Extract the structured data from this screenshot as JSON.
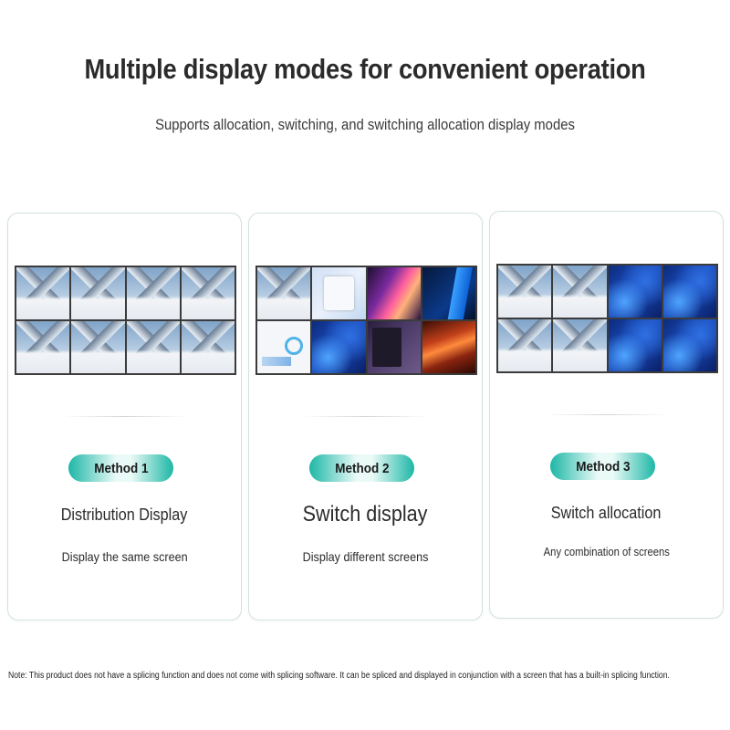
{
  "header": {
    "title": "Multiple display modes for convenient operation",
    "subtitle": "Supports allocation, switching, and switching allocation display modes"
  },
  "methods": [
    {
      "badge": "Method 1",
      "title": "Distribution Display",
      "description": "Display the same screen",
      "tiles": [
        "mountain",
        "mountain",
        "mountain",
        "mountain",
        "mountain",
        "mountain",
        "mountain",
        "mountain"
      ]
    },
    {
      "badge": "Method 2",
      "title": "Switch display",
      "description": "Display different screens",
      "tiles": [
        "mountain",
        "win11",
        "pink",
        "win10",
        "dash",
        "blue",
        "dark",
        "canyon"
      ]
    },
    {
      "badge": "Method 3",
      "title": "Switch allocation",
      "description": "Any combination of screens",
      "tiles": [
        "mountain",
        "mountain",
        "blue",
        "blue",
        "mountain",
        "mountain",
        "blue",
        "blue"
      ]
    }
  ],
  "footer": {
    "note": "Note: This product does not have a splicing function and does not come with splicing software. It can be spliced and displayed in conjunction with a screen that has a built-in splicing function."
  },
  "colors": {
    "accent": "#1db7a6",
    "card_border": "#cfe3dc",
    "wall_bezel": "#3b3b3b"
  }
}
